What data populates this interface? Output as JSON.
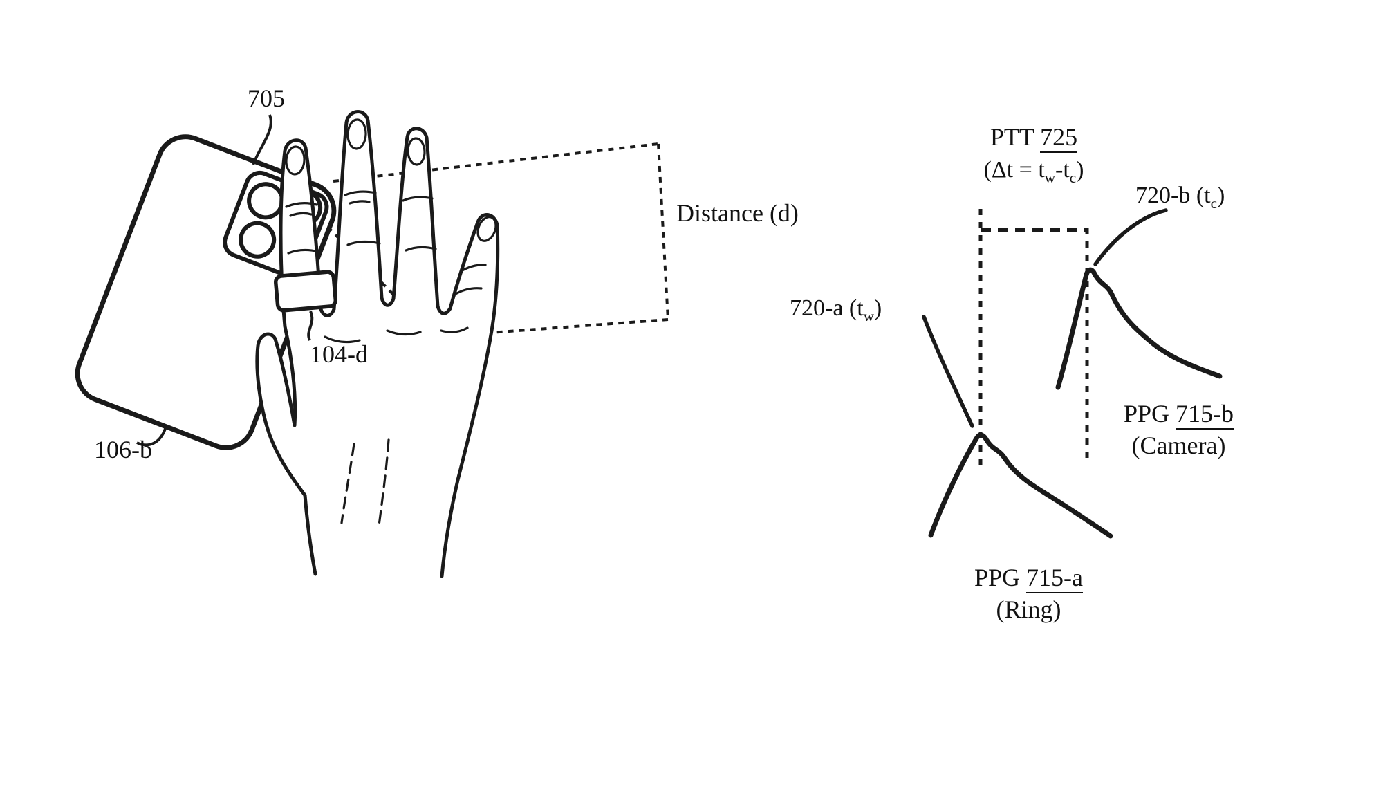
{
  "page": {
    "ink_color": "#1a1a1a",
    "background_color": "#ffffff"
  },
  "phone": {
    "camera_ref": "705",
    "device_ref": "106-b"
  },
  "hand": {
    "ring_ref": "104-d"
  },
  "measurement": {
    "distance_label": "Distance (d)"
  },
  "signal_diagram": {
    "ptt": {
      "prefix": "PTT ",
      "ref": "725"
    },
    "formula": {
      "p1": "(Δt = t",
      "sub1": "w",
      "p2": "-t",
      "sub2": "c",
      "p3": ")"
    },
    "camera_peak": {
      "p1": "720-b (t",
      "sub": "c",
      "p2": ")"
    },
    "ring_peak": {
      "p1": "720-a (t",
      "sub": "w",
      "p2": ")"
    },
    "ppg_camera": {
      "prefix": "PPG ",
      "ref": "715-b",
      "source": "(Camera)"
    },
    "ppg_ring": {
      "prefix": "PPG ",
      "ref": "715-a",
      "source": "(Ring)"
    }
  }
}
